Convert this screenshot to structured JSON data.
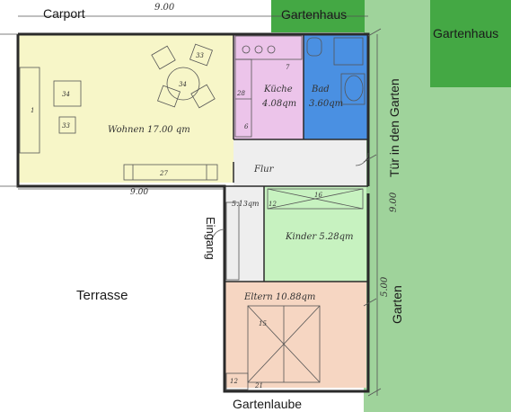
{
  "outside": {
    "carport": "Carport",
    "gartenhaus_top": "Gartenhaus",
    "gartenhaus_right": "Gartenhaus",
    "terrasse": "Terrasse",
    "eingang": "Eingang",
    "gartenlaube": "Gartenlaube",
    "tuer_garten": "Tür in den Garten",
    "garten": "Garten"
  },
  "rooms": {
    "wohnen": "Wohnen 17.00 qm",
    "kueche": "Küche",
    "kueche_area": "4.08qm",
    "bad": "Bad",
    "bad_area": "3.60qm",
    "flur": "Flur",
    "flur_area": "5.13qm",
    "kinder": "Kinder 5.28qm",
    "eltern": "Eltern 10.88qm"
  },
  "dimensions": {
    "top_width": "9.00",
    "bottom_width": "9.00",
    "right_length": "9.00",
    "right_depth": "5.00"
  },
  "furniture_numbers": {
    "sofa": "1",
    "chair_a": "33",
    "table": "34",
    "cabinet_a": "34",
    "cabinet_b": "33",
    "sideboard": "27",
    "kitchen_a": "7",
    "kitchen_b": "28",
    "kitchen_c": "6",
    "flur_a": "12",
    "kinder_a": "16",
    "eltern_a": "15",
    "eltern_b": "12",
    "eltern_c": "21"
  },
  "colors": {
    "wohnen": "#f7f6c8",
    "kueche": "#ecc4ea",
    "bad": "#4a90e2",
    "kinder": "#c7f2c0",
    "eltern": "#f6d6c2",
    "flur": "#eeeeee",
    "garden": "#9fd39b",
    "gartenhaus": "#44a844"
  }
}
